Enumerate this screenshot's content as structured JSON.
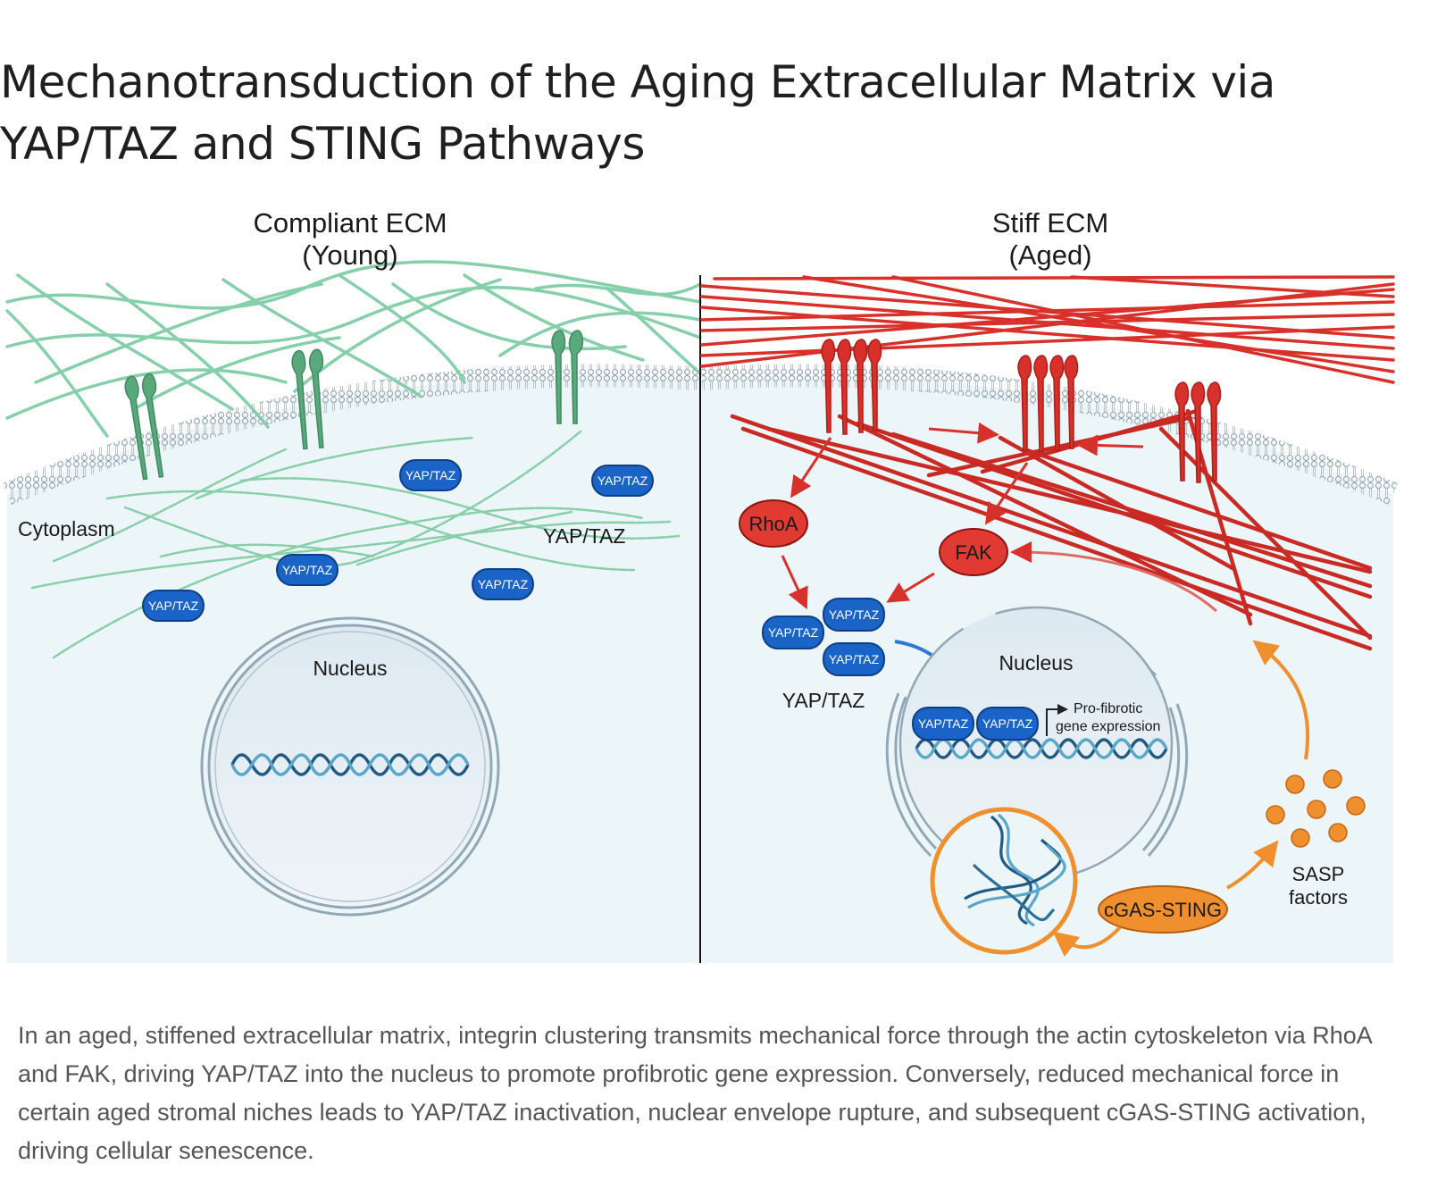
{
  "title": "Mechanotransduction of the Aging Extracellular Matrix via YAP/TAZ and STING Pathways",
  "caption": "In an aged, stiffened extracellular matrix, integrin clustering transmits mechanical force through the actin cytoskeleton via RhoA and FAK, driving YAP/TAZ into the nucleus to promote profibrotic gene expression. Conversely, reduced mechanical force in certain aged stromal niches leads to YAP/TAZ inactivation, nuclear envelope rupture, and subsequent cGAS-STING activation, driving cellular senescence.",
  "left_panel": {
    "heading_line1": "Compliant ECM",
    "heading_line2": "(Young)",
    "cytoplasm_label": "Cytoplasm",
    "yaptaz_label": "YAP/TAZ",
    "nucleus_label": "Nucleus",
    "yaptaz_pill": "YAP/TAZ"
  },
  "right_panel": {
    "heading_line1": "Stiff ECM",
    "heading_line2": "(Aged)",
    "rhoa": "RhoA",
    "fak": "FAK",
    "yaptaz_label": "YAP/TAZ",
    "yaptaz_pill": "YAP/TAZ",
    "nucleus_label": "Nucleus",
    "gene_line1": "Pro-fibrotic",
    "gene_line2": "gene expression",
    "cgas_sting": "cGAS-STING",
    "sasp_line1": "SASP",
    "sasp_line2": "factors"
  },
  "colors": {
    "young_fiber": "#7fcea6",
    "integrin_green": "#5aa97c",
    "stiff_fiber": "#d8302a",
    "yap_blue": "#1a63c7",
    "orange": "#ef8f2e",
    "cell_bg": "#ecf5f7"
  }
}
